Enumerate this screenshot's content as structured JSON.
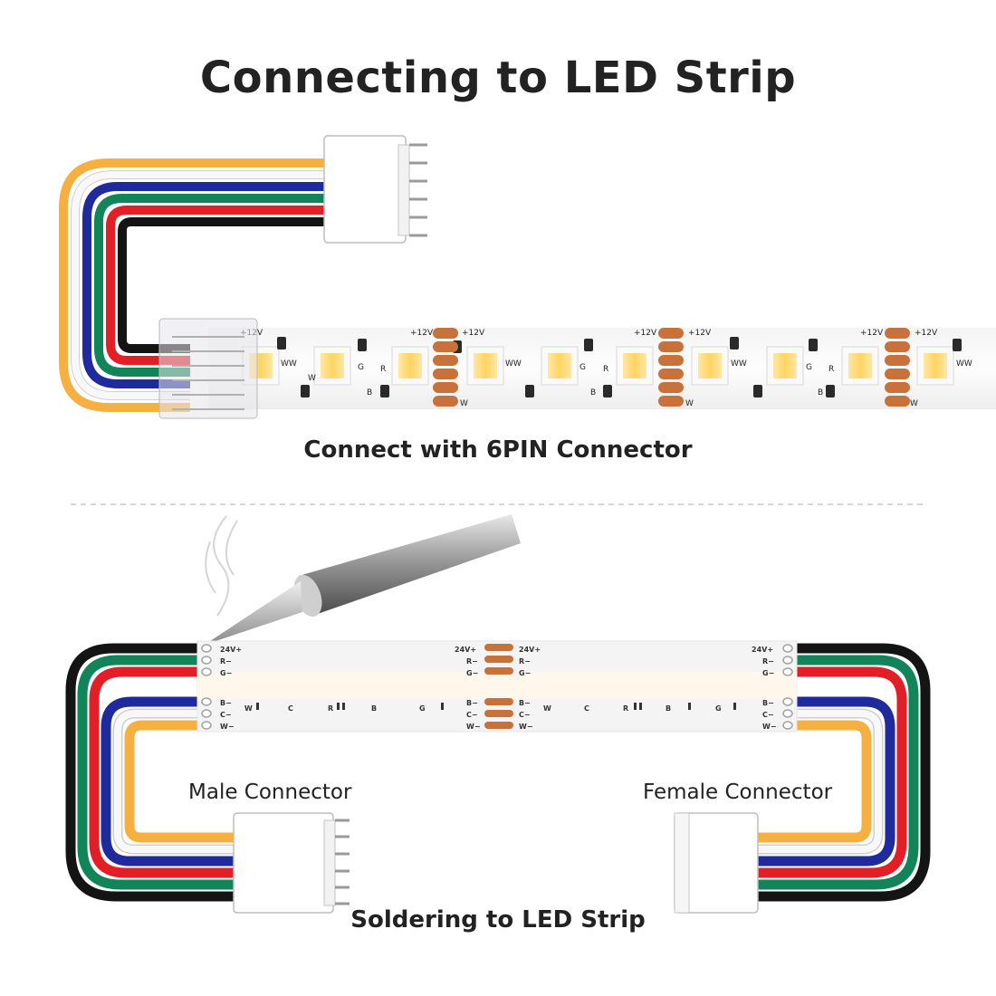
{
  "title": "Connecting to LED Strip",
  "section1": {
    "caption": "Connect with 6PIN Connector"
  },
  "section2": {
    "caption": "Soldering to LED Strip",
    "male_label": "Male Connector",
    "female_label": "Female Connector"
  },
  "strip1_labels": {
    "voltage": "+12V",
    "ww": "WW",
    "w": "W",
    "r": "R",
    "g": "G",
    "b": "B"
  },
  "strip2_labels": {
    "pad_24v": "24V+",
    "pad_r": "R−",
    "pad_g": "G−",
    "pad_b": "B−",
    "pad_c": "C−",
    "pad_w": "W−",
    "w": "W",
    "c": "C",
    "r": "R",
    "b": "B",
    "g": "G"
  },
  "wire_colors": {
    "orange": "#F5B041",
    "white": "#F8F8F8",
    "blue": "#1F2A9C",
    "green": "#11845A",
    "red": "#E21E26",
    "black": "#141414"
  },
  "icons": [
    "soldering-iron-icon",
    "smoke-icon",
    "connector-6pin-icon"
  ]
}
